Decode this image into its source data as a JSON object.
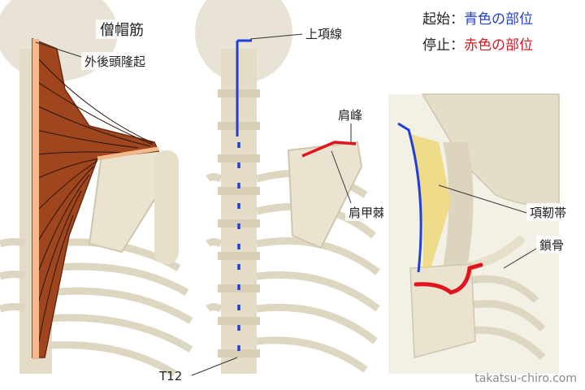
{
  "panel1": {
    "muscle_name": "僧帽筋",
    "occipital_label": "外後頭隆起"
  },
  "panel2": {
    "superior_nuchal_label": "上項線",
    "acromion_label": "肩峰",
    "spine_of_scapula_label": "肩甲棘",
    "t12_label": "T12"
  },
  "panel3": {
    "nuchal_ligament_label": "項靭帯",
    "clavicle_label": "鎖骨"
  },
  "legend": {
    "origin_prefix": "起始：",
    "origin_text": "青色の部位",
    "insertion_prefix": "停止：",
    "insertion_text": "赤色の部位"
  },
  "watermark": "takatsu-chiro.com",
  "colors": {
    "origin": "#1f3fd6",
    "insertion": "#e0141e",
    "muscle": "#a0461f",
    "bone": "#ece6d2"
  }
}
